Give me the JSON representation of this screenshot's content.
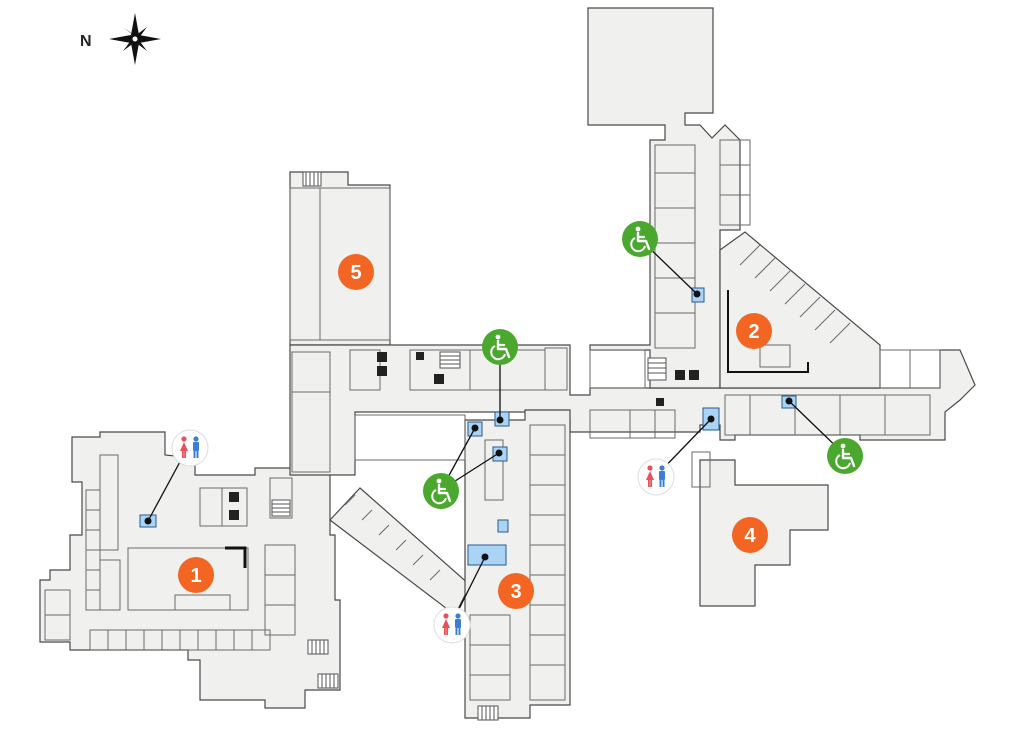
{
  "compass": {
    "label": "N",
    "icon": "compass-rose-icon"
  },
  "buildings": [
    {
      "number": "1"
    },
    {
      "number": "2"
    },
    {
      "number": "3"
    },
    {
      "number": "4"
    },
    {
      "number": "5"
    }
  ],
  "colors": {
    "building_fill": "#f0f0ee",
    "outline": "#4a4a4a",
    "number_badge": "#f26522",
    "accessible_badge": "#4aa82e",
    "restroom_highlight": "#a9d4f5",
    "restroom_male": "#3b7fd4",
    "restroom_female": "#e8505b"
  },
  "icons": {
    "accessible": "wheelchair-icon",
    "restroom": "restroom-icon",
    "stairs": "stairs-icon",
    "elevator": "elevator-icon"
  }
}
